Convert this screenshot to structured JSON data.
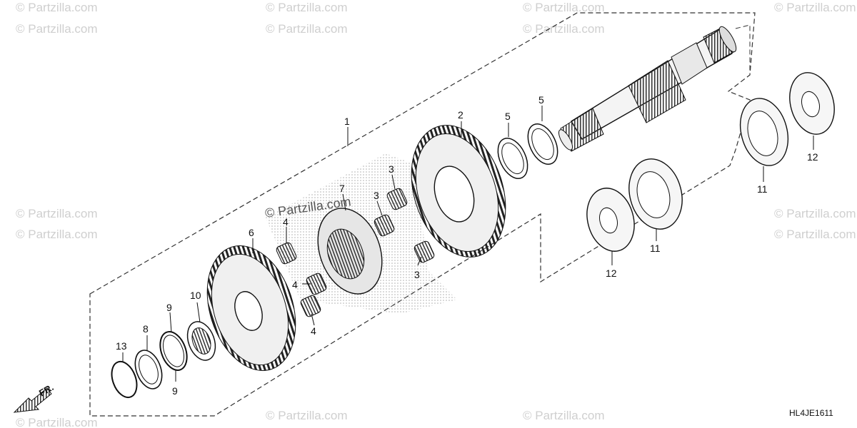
{
  "watermark": "© Partzilla.com",
  "center_watermark": "© Partzilla.com",
  "diagram_code": "HL4JE1611",
  "front_indicator": "FR.",
  "callouts": {
    "c1": "1",
    "c2": "2",
    "c3a": "3",
    "c3b": "3",
    "c3c": "3",
    "c4a": "4",
    "c4b": "4",
    "c4c": "4",
    "c5a": "5",
    "c5b": "5",
    "c6": "6",
    "c7": "7",
    "c8": "8",
    "c9a": "9",
    "c9b": "9",
    "c10": "10",
    "c11a": "11",
    "c11b": "11",
    "c12a": "12",
    "c12b": "12",
    "c13": "13"
  }
}
